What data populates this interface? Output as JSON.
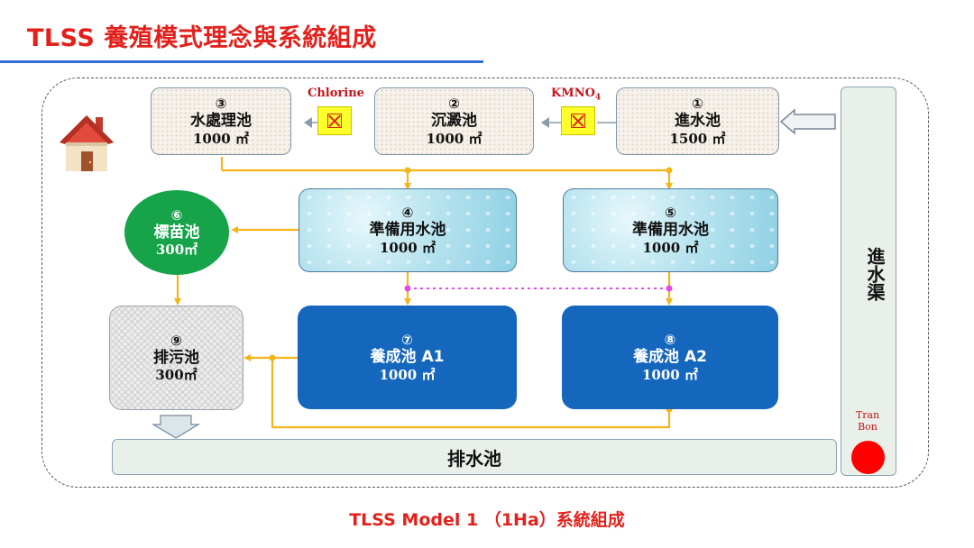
{
  "title": "TLSS  養殖模式理念與系統組成",
  "caption": "TLSS Model 1  （1Ha）系統組成",
  "pools": {
    "p1": {
      "num": "①",
      "name": "進水池",
      "area": "1500 ㎡"
    },
    "p2": {
      "num": "②",
      "name": "沉澱池",
      "area": "1000 ㎡"
    },
    "p3": {
      "num": "③",
      "name": "水處理池",
      "area": "1000 ㎡"
    },
    "p4": {
      "num": "④",
      "name": "準備用水池",
      "area": "1000 ㎡"
    },
    "p5": {
      "num": "⑤",
      "name": "準備用水池",
      "area": "1000 ㎡"
    },
    "p6": {
      "num": "⑥",
      "name": "標苗池",
      "area": "300㎡"
    },
    "p7": {
      "num": "⑦",
      "name": "養成池 A1",
      "area": "1000 ㎡"
    },
    "p8": {
      "num": "⑧",
      "name": "養成池 A2",
      "area": "1000 ㎡"
    },
    "p9": {
      "num": "⑨",
      "name": "排污池",
      "area": "300㎡"
    }
  },
  "drain_label": "排水池",
  "canal_label": "進水渠",
  "chemicals": {
    "chlorine": "Chlorine",
    "kmno4_main": "KMNO",
    "kmno4_sub": "4"
  },
  "tran_bon": {
    "line1": "Tran",
    "line2": "Bon"
  },
  "colors": {
    "title": "#e3211c",
    "flow_line": "#f2b51b",
    "pink_link": "#e64ae6",
    "culture_pool": "#1567be",
    "seed_pool": "#16a34a",
    "rule": "#2f6fd6"
  }
}
